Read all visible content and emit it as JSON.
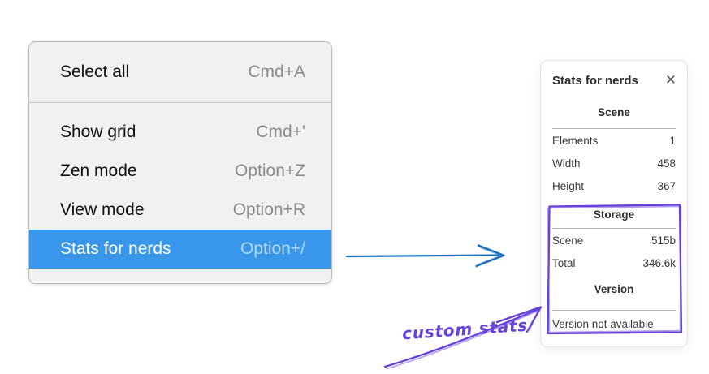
{
  "menu": {
    "sections": [
      {
        "items": [
          {
            "label": "Select all",
            "shortcut": "Cmd+A"
          }
        ]
      },
      {
        "items": [
          {
            "label": "Show grid",
            "shortcut": "Cmd+'"
          },
          {
            "label": "Zen mode",
            "shortcut": "Option+Z"
          },
          {
            "label": "View mode",
            "shortcut": "Option+R"
          },
          {
            "label": "Stats for nerds",
            "shortcut": "Option+/",
            "highlighted": true
          }
        ]
      }
    ]
  },
  "panel": {
    "title": "Stats for nerds",
    "close_glyph": "×",
    "close_icon": "close-icon",
    "sections": [
      {
        "header": "Scene",
        "rows": [
          {
            "label": "Elements",
            "value": "1"
          },
          {
            "label": "Width",
            "value": "458"
          },
          {
            "label": "Height",
            "value": "367"
          }
        ]
      },
      {
        "header": "Storage",
        "rows": [
          {
            "label": "Scene",
            "value": "515b"
          },
          {
            "label": "Total",
            "value": "346.6k"
          }
        ]
      },
      {
        "header": "Version",
        "note": "Version not available"
      }
    ]
  },
  "annotation": {
    "label": "custom stats"
  },
  "colors": {
    "menu_highlight": "#3897ea",
    "flow_arrow": "#1971c2",
    "annotation": "#6741d9"
  }
}
